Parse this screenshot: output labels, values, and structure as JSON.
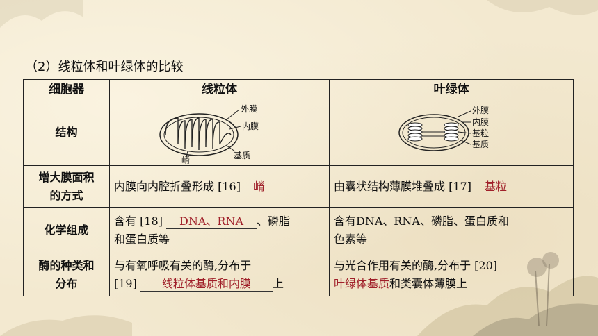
{
  "heading": "（2）线粒体和叶绿体的比较",
  "table": {
    "headers": [
      "细胞器",
      "线粒体",
      "叶绿体"
    ],
    "rows": {
      "structure": {
        "label": "结构",
        "mito_labels": [
          "外膜",
          "内膜",
          "基质",
          "嵴"
        ],
        "chloro_labels": [
          "外膜",
          "内膜",
          "基粒",
          "基质"
        ]
      },
      "membrane": {
        "label1": "增大膜面积",
        "label2": "的方式",
        "mito_prefix": "内膜向内腔折叠形成 [16]",
        "mito_answer": "嵴",
        "chloro_prefix": "由囊状结构薄膜堆叠成 [17]",
        "chloro_answer": "基粒"
      },
      "composition": {
        "label": "化学组成",
        "mito_prefix": "含有 [18]",
        "mito_answer": "DNA、RNA",
        "mito_suffix": "、磷脂",
        "mito_line2": "和蛋白质等",
        "chloro_line1": "含有DNA、RNA、磷脂、蛋白质和",
        "chloro_line2": "色素等"
      },
      "enzymes": {
        "label1": "酶的种类和",
        "label2": "分布",
        "mito_line1": "与有氧呼吸有关的酶,分布于",
        "mito_num": "[19]",
        "mito_answer": "线粒体基质和内膜",
        "mito_suffix": "上",
        "chloro_line1": "与光合作用有关的酶,分布于 [20]",
        "chloro_answer": "叶绿体基质",
        "chloro_suffix": "和类囊体薄膜上"
      }
    }
  },
  "colors": {
    "answer": "#a0202a",
    "background": "#f3e9d0"
  }
}
